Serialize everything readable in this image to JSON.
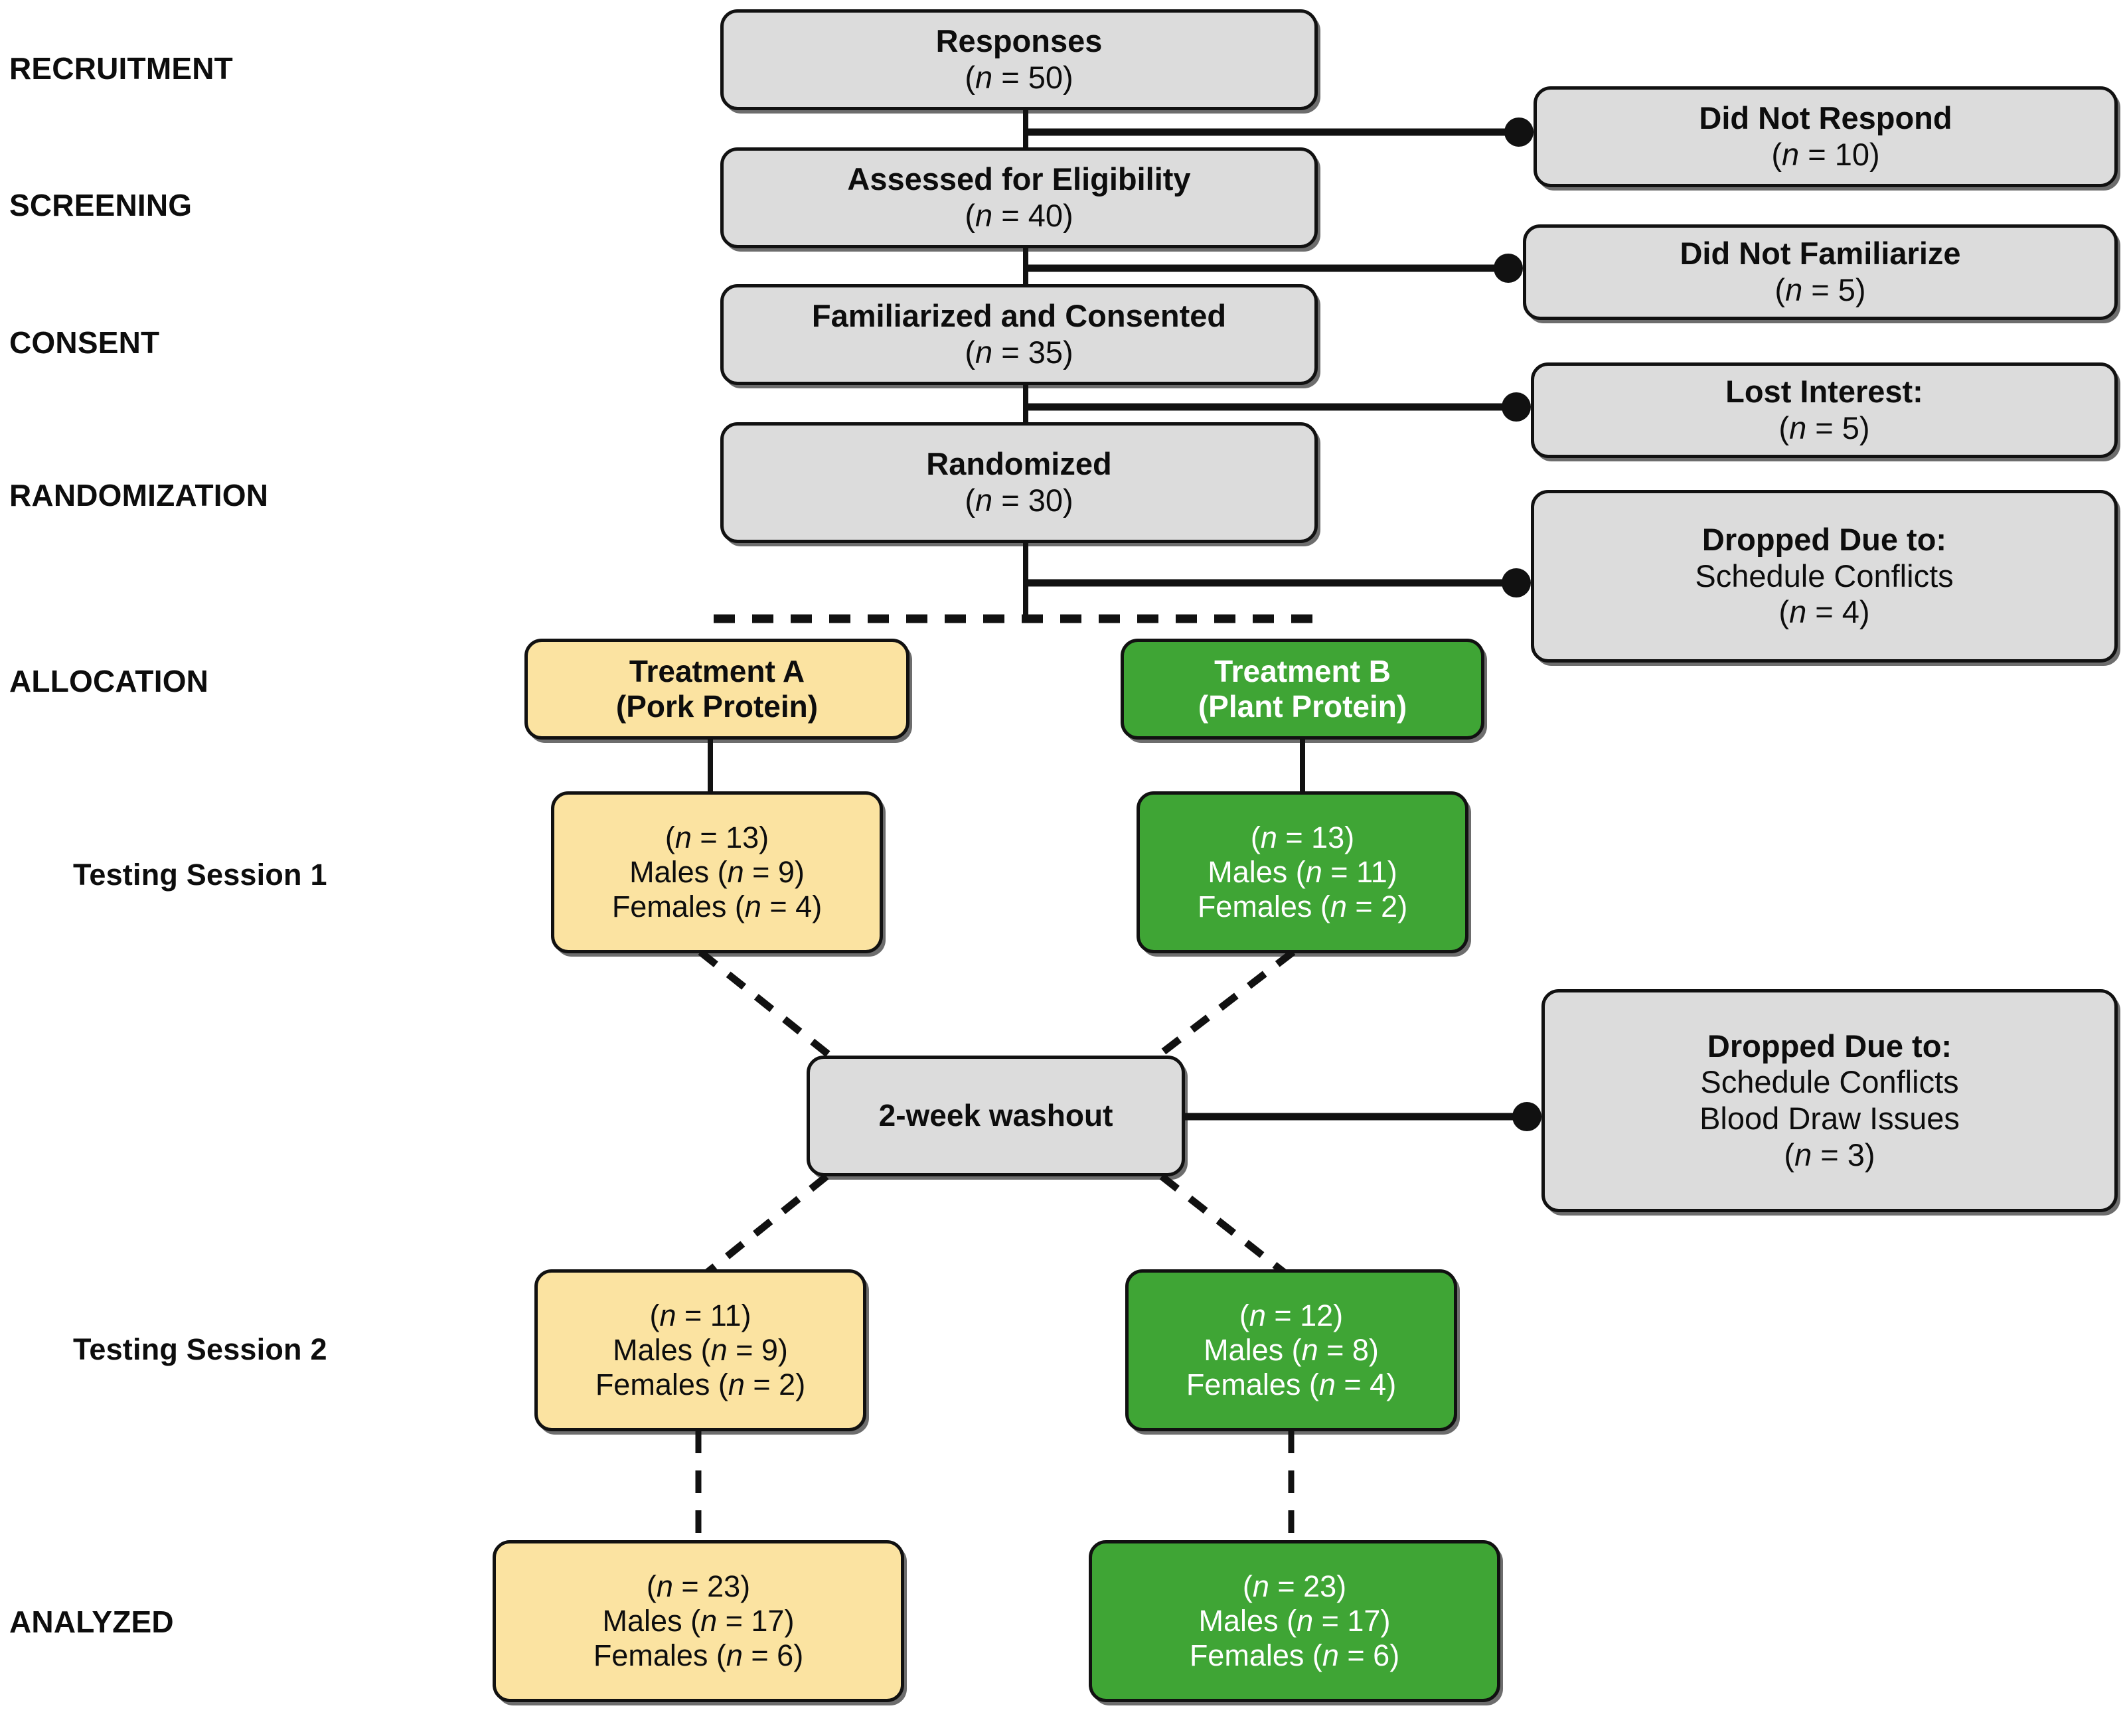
{
  "meta": {
    "diagram_title": "CONSORT participant flow diagram",
    "background_color": "#ffffff"
  },
  "colors": {
    "gray_fill": "#dcdcdc",
    "yellow_fill": "#fbe3a1",
    "green_fill": "#3fa535",
    "green_text": "#ffffff",
    "dark_text": "#0d0d0d",
    "border": "#111111"
  },
  "stage_labels": [
    {
      "id": "recruitment",
      "text": "RECRUITMENT",
      "style": "caps"
    },
    {
      "id": "screening",
      "text": "SCREENING",
      "style": "caps"
    },
    {
      "id": "consent",
      "text": "CONSENT",
      "style": "caps"
    },
    {
      "id": "randomization",
      "text": "RANDOMIZATION",
      "style": "caps"
    },
    {
      "id": "allocation",
      "text": "ALLOCATION",
      "style": "caps"
    },
    {
      "id": "session1",
      "text": "Testing Session 1",
      "style": "mixed"
    },
    {
      "id": "session2",
      "text": "Testing Session 2",
      "style": "mixed"
    },
    {
      "id": "analyzed",
      "text": "ANALYZED",
      "style": "caps"
    }
  ],
  "main_flow": [
    {
      "id": "responses",
      "title": "Responses",
      "count": "(n = 50)",
      "n": 50,
      "fill": "gray"
    },
    {
      "id": "assessed",
      "title": "Assessed for Eligibility",
      "count": "(n = 40)",
      "n": 40,
      "fill": "gray"
    },
    {
      "id": "consented",
      "title": "Familiarized and Consented",
      "count": "(n = 35)",
      "n": 35,
      "fill": "gray"
    },
    {
      "id": "randomized",
      "title": "Randomized",
      "count": "(n = 30)",
      "n": 30,
      "fill": "gray"
    }
  ],
  "exclusions": [
    {
      "id": "did-not-respond",
      "title": "Did Not Respond",
      "count": "(n = 10)",
      "n": 10,
      "reasons": [],
      "fill": "gray"
    },
    {
      "id": "did-not-familiarize",
      "title": "Did Not Familiarize",
      "count": "(n = 5)",
      "n": 5,
      "reasons": [],
      "fill": "gray"
    },
    {
      "id": "lost-interest",
      "title": "Lost Interest:",
      "count": "(n = 5)",
      "n": 5,
      "reasons": [],
      "fill": "gray"
    },
    {
      "id": "dropped-randomization",
      "title": "Dropped Due to:",
      "count": "(n = 4)",
      "n": 4,
      "reasons": [
        "Schedule Conflicts"
      ],
      "fill": "gray"
    },
    {
      "id": "dropped-washout",
      "title": "Dropped Due to:",
      "count": "(n = 3)",
      "n": 3,
      "reasons": [
        "Schedule Conflicts",
        "Blood Draw Issues"
      ],
      "fill": "gray"
    }
  ],
  "allocation": {
    "arm_a": {
      "id": "treatment-a",
      "line1": "Treatment A",
      "line2": "(Pork Protein)",
      "fill": "yellow"
    },
    "arm_b": {
      "id": "treatment-b",
      "line1": "Treatment B",
      "line2": "(Plant Protein)",
      "fill": "green"
    }
  },
  "session1": {
    "arm_a": {
      "id": "s1-a",
      "total": "(n = 13)",
      "males": "Males (n = 9)",
      "females": "Females (n = 4)",
      "n": 13,
      "n_males": 9,
      "n_females": 4,
      "fill": "yellow"
    },
    "arm_b": {
      "id": "s1-b",
      "total": "(n = 13)",
      "males": "Males (n = 11)",
      "females": "Females (n = 2)",
      "n": 13,
      "n_males": 11,
      "n_females": 2,
      "fill": "green"
    }
  },
  "washout": {
    "id": "washout",
    "label": "2-week washout",
    "fill": "gray"
  },
  "session2": {
    "arm_a": {
      "id": "s2-a",
      "total": "(n = 11)",
      "males": "Males (n = 9)",
      "females": "Females (n = 2)",
      "n": 11,
      "n_males": 9,
      "n_females": 2,
      "fill": "yellow"
    },
    "arm_b": {
      "id": "s2-b",
      "total": "(n = 12)",
      "males": "Males (n = 8)",
      "females": "Females (n = 4)",
      "n": 12,
      "n_males": 8,
      "n_females": 4,
      "fill": "green"
    }
  },
  "analyzed": {
    "arm_a": {
      "id": "an-a",
      "total": "(n = 23)",
      "males": "Males (n = 17)",
      "females": "Females (n = 6)",
      "n": 23,
      "n_males": 17,
      "n_females": 6,
      "fill": "yellow"
    },
    "arm_b": {
      "id": "an-b",
      "total": "(n = 23)",
      "males": "Males (n = 17)",
      "females": "Females (n = 6)",
      "n": 23,
      "n_males": 17,
      "n_females": 6,
      "fill": "green"
    }
  }
}
